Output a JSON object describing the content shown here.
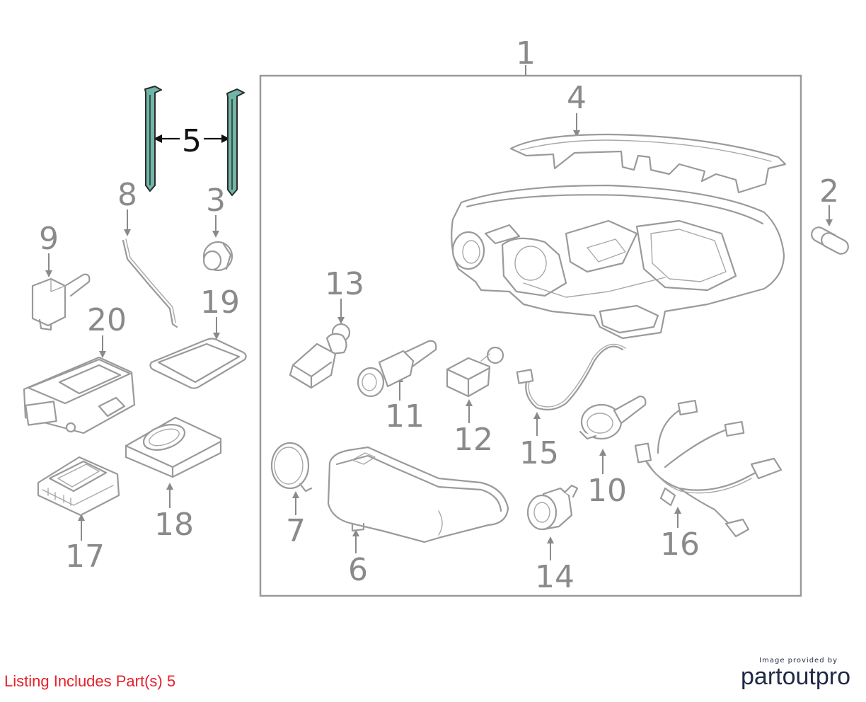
{
  "callouts": {
    "c1": "1",
    "c2": "2",
    "c3": "3",
    "c4": "4",
    "c5": "5",
    "c6": "6",
    "c7": "7",
    "c8": "8",
    "c9": "9",
    "c10": "10",
    "c11": "11",
    "c12": "12",
    "c13": "13",
    "c14": "14",
    "c15": "15",
    "c16": "16",
    "c17": "17",
    "c18": "18",
    "c19": "19",
    "c20": "20"
  },
  "highlighted_part": "5",
  "listing_note": "Listing Includes Part(s) 5",
  "credit": {
    "provided_by": "Image provided by",
    "brand": "partoutpro"
  },
  "colors": {
    "highlight_fill": "#6fb5a8",
    "part_stroke": "#9a9a9a",
    "note_text": "#e8202a",
    "brand_text": "#1f2a44"
  }
}
